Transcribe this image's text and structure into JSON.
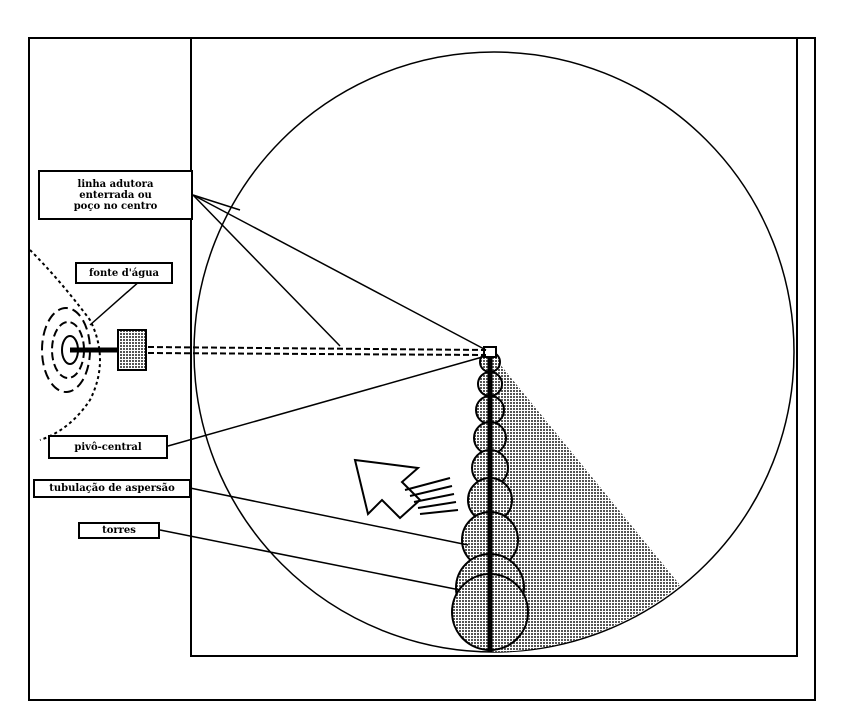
{
  "labels": {
    "main_line": "linha adutora enterrada ou poço no centro",
    "water_source": "fonte d'água",
    "center_pivot": "pivô-central",
    "sprinkler_pipe": "tubulação de aspersão",
    "towers": "torres"
  },
  "colors": {
    "ink": "#000000",
    "shade": "#888888"
  }
}
